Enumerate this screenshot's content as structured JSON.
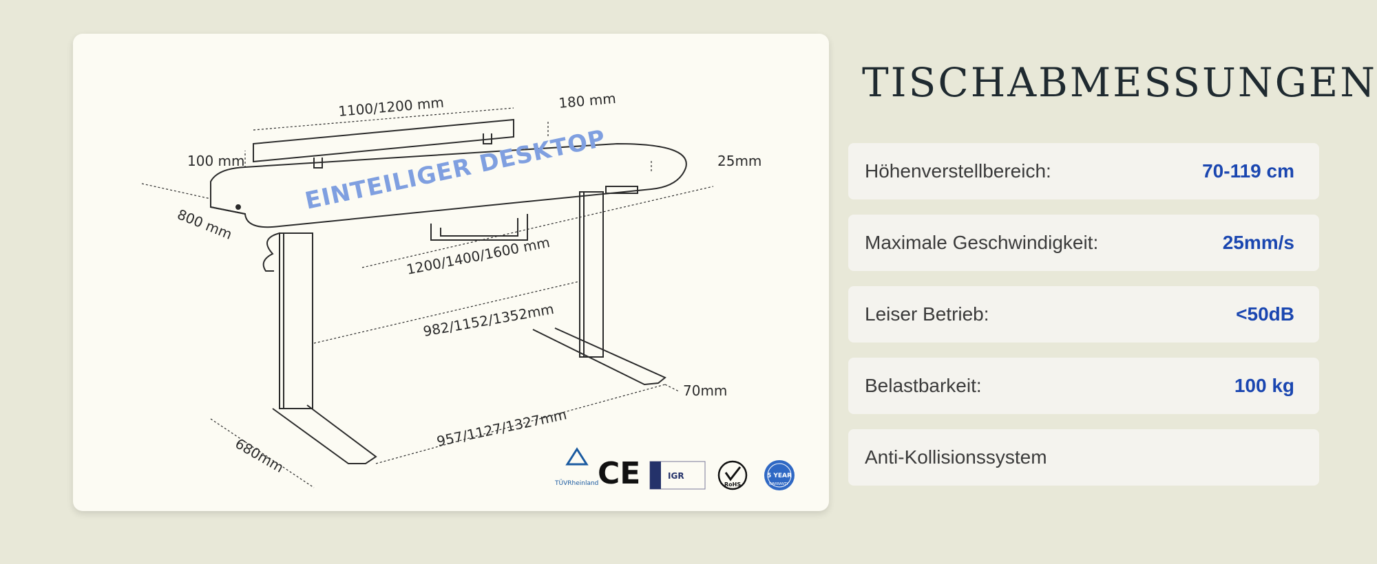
{
  "title": "TISCHABMESSUNGEN",
  "specs": [
    {
      "label": "Höhenverstellbereich:",
      "value": "70-119 cm"
    },
    {
      "label": "Maximale Geschwindigkeit:",
      "value": "25mm/s"
    },
    {
      "label": "Leiser Betrieb:",
      "value": "<50dB"
    },
    {
      "label": "Belastbarkeit:",
      "value": "100 kg"
    },
    {
      "label": "Anti-Kollisionssystem",
      "value": ""
    }
  ],
  "diagram": {
    "watermark": "EINTEILIGER DESKTOP",
    "dims": {
      "shelf_width": "1100/1200 mm",
      "shelf_depth": "180 mm",
      "shelf_height": "100 mm",
      "top_thickness": "25mm",
      "depth": "800 mm",
      "width": "1200/1400/1600 mm",
      "frame_inner": "982/1152/1352mm",
      "foot_height": "70mm",
      "foot_span": "957/1127/1327mm",
      "foot_length": "680mm"
    },
    "logos": {
      "tuv": "TÜVRheinland",
      "ce": "CE",
      "igr": "IGR",
      "rohs": "RoHS",
      "warranty": "5 YEAR",
      "warranty_sub": "WARRANTY"
    }
  },
  "colors": {
    "background": "#e8e8d8",
    "card": "#fcfbf3",
    "spec_row": "#f4f3ee",
    "value": "#1a46b0",
    "watermark": "#7f9fe0"
  }
}
